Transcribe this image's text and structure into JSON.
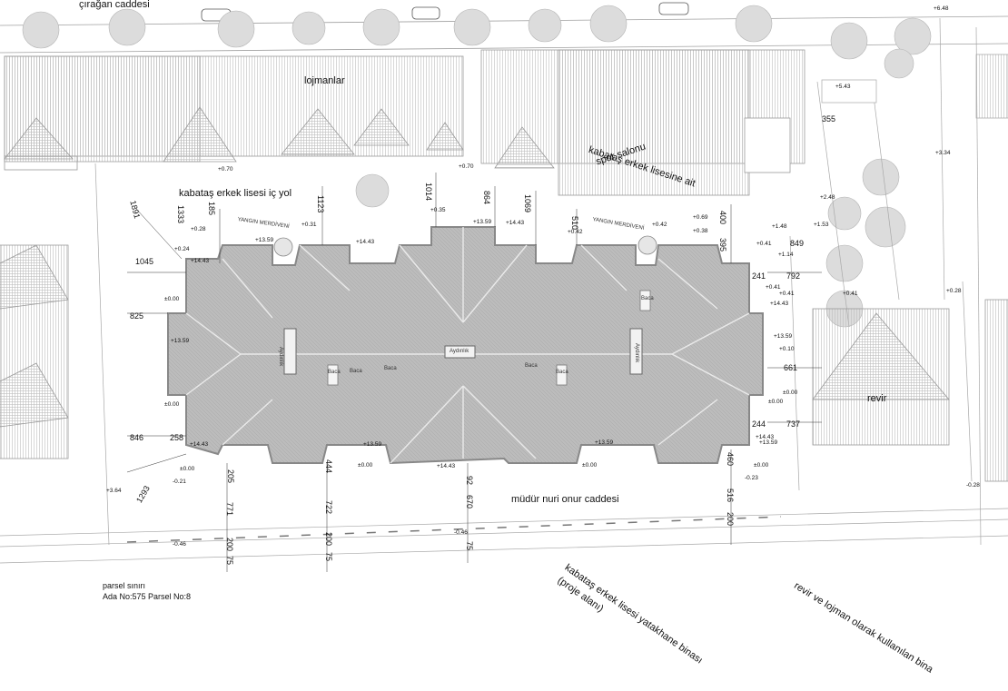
{
  "labels": {
    "ciragan": "çırağan caddesi",
    "lojmanlar": "lojmanlar",
    "spor_1": "kabataş erkek lisesine ait",
    "spor_2": "spor salonu",
    "ic_yol": "kabataş erkek lisesi iç yol",
    "yangin_1": "YANGIN MERDİVENİ",
    "yangin_2": "YANGIN MERDİVENİ",
    "revir": "revir",
    "mudur": "müdür nuri onur  caddesi",
    "parsel_1": "parsel sınırı",
    "parsel_2": "Ada No:575 Parsel No:8",
    "proje_1": "kabataş erkek lisesi yatakhane binası",
    "proje_2": "(proje alanı)",
    "revir_lojman": "revir ve lojman olarak kullanılan bina",
    "bacalar": [
      "Baca",
      "Baca",
      "Baca",
      "Baca",
      "Baca",
      "Baca"
    ],
    "aydinlik": [
      "Aydınlık",
      "Aydınlık",
      "Aydınlık"
    ]
  },
  "dimensions": {
    "d1891": "1891",
    "d1333": "1333",
    "d185": "185",
    "d1123": "1123",
    "d1014": "1014",
    "d864": "864",
    "d1069": "1069",
    "d510": "510",
    "d400": "400",
    "d395": "395",
    "d355": "355",
    "d849": "849",
    "d241": "241",
    "d792": "792",
    "d661": "661",
    "d244": "244",
    "d737": "737",
    "d1045": "1045",
    "d825": "825",
    "d846": "846",
    "d258": "258",
    "d205": "205",
    "d444": "444",
    "d92": "92",
    "d670": "670",
    "d460": "460",
    "d516": "516",
    "d1293": "1293",
    "d771": "771",
    "d722": "722",
    "d200a": "200",
    "d75a": "75",
    "d200b": "200",
    "d75b": "75",
    "d75c": "75",
    "d200c": "200"
  },
  "elevations": {
    "e648": "+6.48",
    "e543": "+5.43",
    "e334": "+3.34",
    "e070a": "+0.70",
    "e070b": "+0.70",
    "e028a": "+0.28",
    "e031": "+0.31",
    "e035": "+0.35",
    "e1359a": "+13.59",
    "e1443a": "+14.43",
    "e024": "+0.24",
    "e1443b": "+14.43",
    "e1359b": "+13.59",
    "e1443c": "+14.43",
    "e042a": "+0.42",
    "e042b": "+0.42",
    "e069": "+0.69",
    "e038": "+0.38",
    "e148": "+1.48",
    "e153": "+1.53",
    "e041a": "+0.41",
    "e114": "+1.14",
    "e248": "+2.48",
    "e041b": "+0.41",
    "e041c": "+0.41",
    "e041d": "+0.41",
    "e028b": "+0.28",
    "e1443d": "+14.43",
    "e1359c": "+13.59",
    "e010": "+0.10",
    "e000a": "±0.00",
    "e000b": "±0.00",
    "e1359d": "+13.59",
    "e000c": "±0.00",
    "e000d": "±0.00",
    "e1443e": "+14.43",
    "e1359e": "+13.59",
    "e1359f": "+13.59",
    "e1443f": "+14.43",
    "e1443g": "+14.43",
    "e000e": "±0.00",
    "e000f": "±0.00",
    "e000g": "±0.00",
    "e000h": "±0.00",
    "e021": "-0.21",
    "e023": "-0.23",
    "e028c": "-0.28",
    "e364": "+3.64",
    "e046a": "-0.46",
    "e046b": "-0.46",
    "e1359g": "+13.59"
  },
  "colors": {
    "roof": "#b9b9b9",
    "roof_stroke": "#8a8a8a",
    "neighbor_roof": "#eeeeee",
    "line": "#9a9a9a",
    "text": "#111111",
    "tree": "#dedede"
  }
}
